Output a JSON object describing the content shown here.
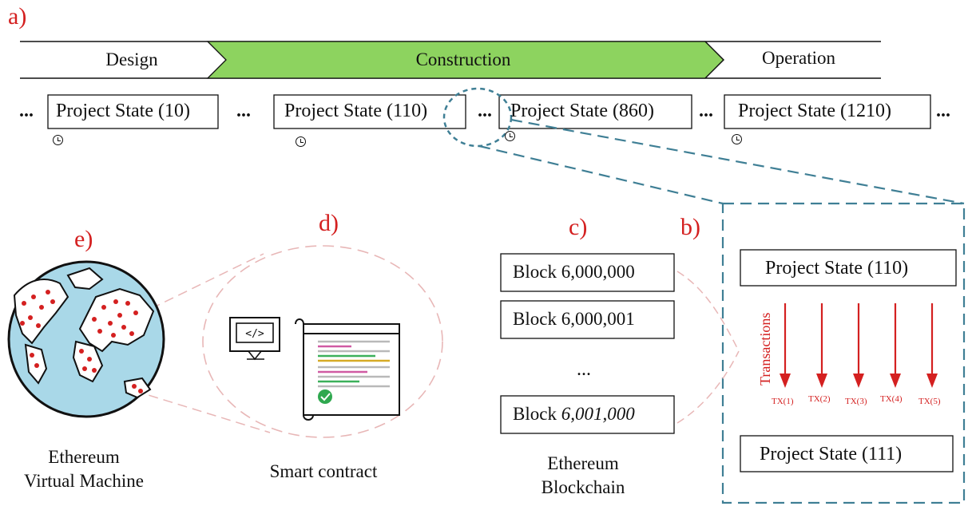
{
  "panel_labels": {
    "a": "a)",
    "b": "b)",
    "c": "c)",
    "d": "d)",
    "e": "e)"
  },
  "phases": {
    "design": "Design",
    "construction": "Construction",
    "operation": "Operation"
  },
  "project_states": [
    "Project State (10)",
    "Project State (110)",
    "Project State (860)",
    "Project State (1210)"
  ],
  "ellipsis": "...",
  "blocks": {
    "first": "Block 6,000,000",
    "second": "Block 6,000,001",
    "dots": "...",
    "last_prefix": "Block ",
    "last_number": "6,001,000"
  },
  "captions": {
    "evm_line1": "Ethereum",
    "evm_line2": "Virtual Machine",
    "smart_contract": "Smart contract",
    "blockchain_line1": "Ethereum",
    "blockchain_line2": "Blockchain"
  },
  "detail": {
    "state_top": "Project State (110)",
    "state_bottom": "Project State (111)",
    "transactions_label": "Transactions",
    "tx": [
      "TX(1)",
      "TX(2)",
      "TX(3)",
      "TX(4)",
      "TX(5)"
    ]
  },
  "colors": {
    "accent_red": "#d42020",
    "construction_green": "#8dd35f",
    "dashed_teal": "#3f7f95",
    "pink_dash": "#e8b7b7",
    "globe_ocean": "#a9d8e8"
  }
}
